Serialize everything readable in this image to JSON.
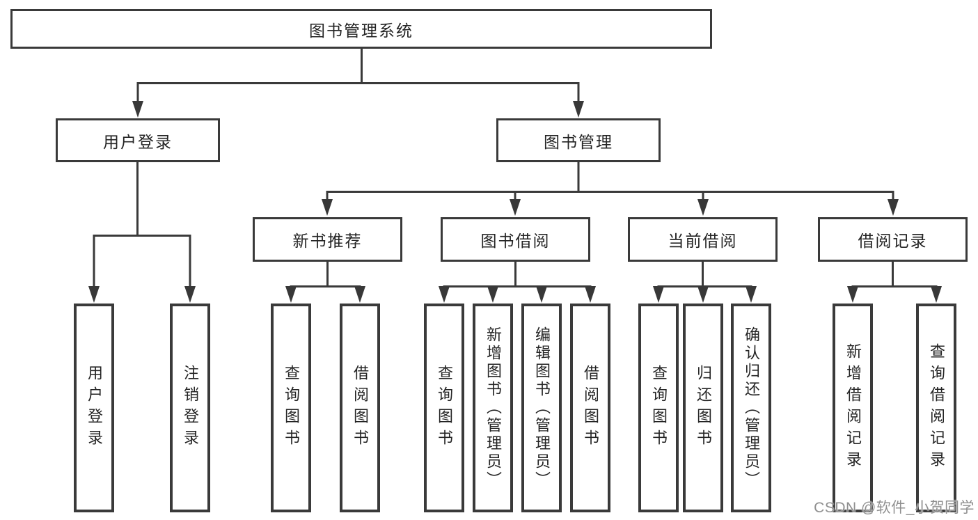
{
  "tree": {
    "label": "图书管理系统",
    "children": [
      {
        "label": "用户登录",
        "children": [
          {
            "label": "用户登录"
          },
          {
            "label": "注销登录"
          }
        ]
      },
      {
        "label": "图书管理",
        "children": [
          {
            "label": "新书推荐",
            "children": [
              {
                "label": "查询图书"
              },
              {
                "label": "借阅图书"
              }
            ]
          },
          {
            "label": "图书借阅",
            "children": [
              {
                "label": "查询图书"
              },
              {
                "label": "新增图书（管理员）"
              },
              {
                "label": "编辑图书（管理员）"
              },
              {
                "label": "借阅图书"
              }
            ]
          },
          {
            "label": "当前借阅",
            "children": [
              {
                "label": "查询图书"
              },
              {
                "label": "归还图书"
              },
              {
                "label": "确认归还（管理员）"
              }
            ]
          },
          {
            "label": "借阅记录",
            "children": [
              {
                "label": "新增借阅记录"
              },
              {
                "label": "查询借阅记录"
              }
            ]
          }
        ]
      }
    ]
  },
  "watermark": {
    "text": "CSDN @软件_小贺同学",
    "color": "#8f8f8f"
  },
  "colors": {
    "line": "#3a3a3a",
    "box_border": "#3a3a3a",
    "text": "#242424",
    "background": "#ffffff"
  }
}
